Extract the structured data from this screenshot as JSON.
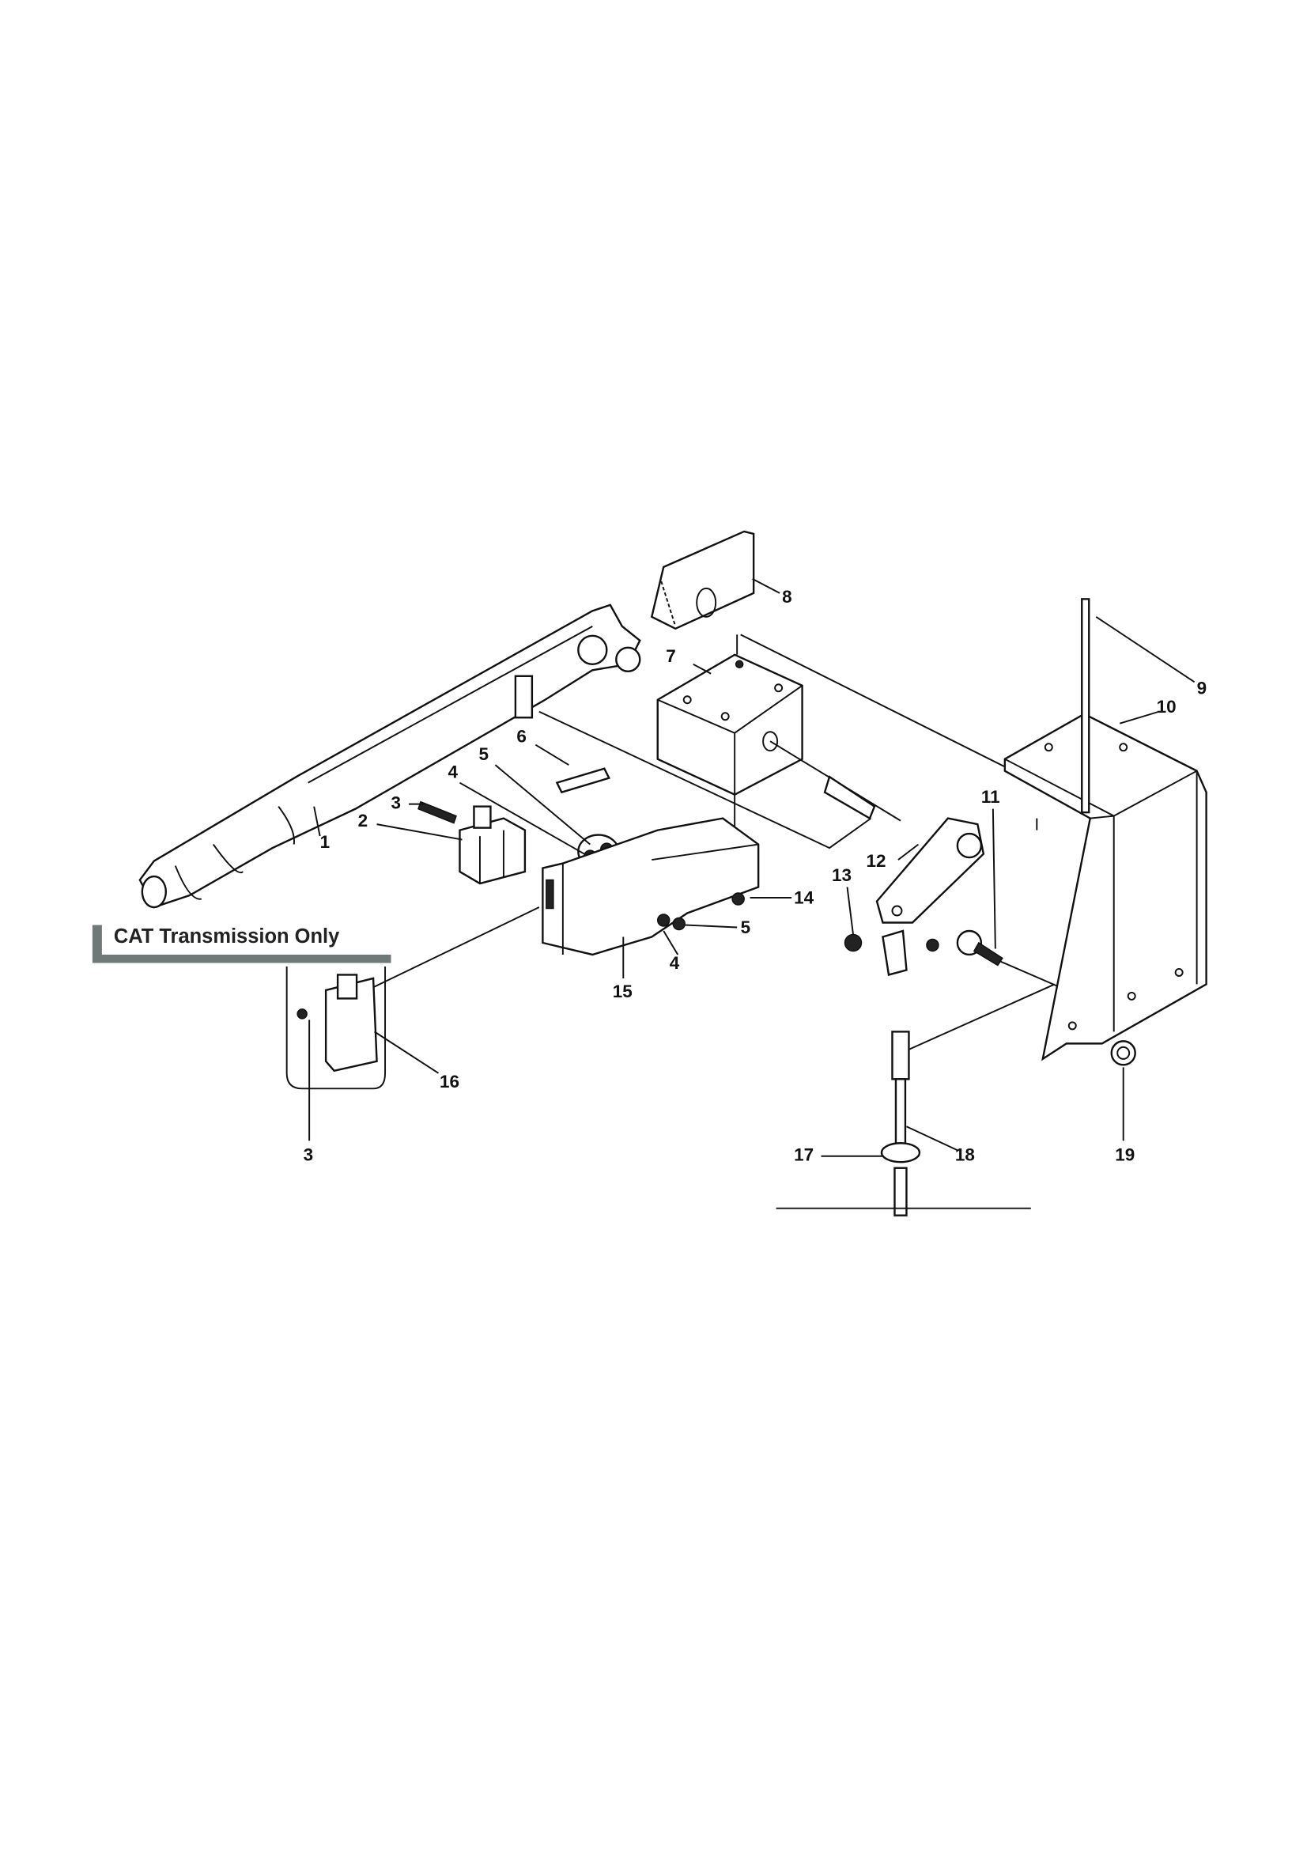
{
  "diagram": {
    "note_label": "CAT Transmission Only",
    "note_color": "#6f7a78",
    "callouts": [
      "1",
      "2",
      "3",
      "4",
      "5",
      "6",
      "7",
      "8",
      "9",
      "10",
      "11",
      "12",
      "13",
      "14",
      "5",
      "4",
      "15",
      "16",
      "3",
      "17",
      "18",
      "19"
    ]
  }
}
